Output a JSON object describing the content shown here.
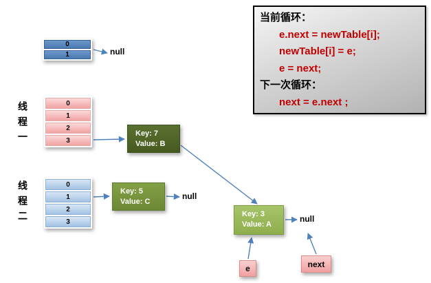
{
  "code_box": {
    "lines": [
      {
        "text": "当前循环：",
        "style": "label"
      },
      {
        "text": "e.next = newTable[i];",
        "style": "code"
      },
      {
        "text": "newTable[i] = e;",
        "style": "code"
      },
      {
        "text": "e = next;",
        "style": "code"
      },
      {
        "text": "下一次循环：",
        "style": "label"
      },
      {
        "text": "next = e.next ;",
        "style": "code"
      }
    ]
  },
  "top_table": {
    "rows": [
      "0",
      "1"
    ],
    "null_label": "null"
  },
  "thread1": {
    "label": "线程一",
    "table_rows": [
      "0",
      "1",
      "2",
      "3"
    ]
  },
  "thread2": {
    "label": "线程二",
    "table_rows": [
      "0",
      "1",
      "2",
      "3"
    ]
  },
  "nodes": {
    "key7": {
      "key": "Key: 7",
      "value": "Value: B"
    },
    "key5": {
      "key": "Key: 5",
      "value": "Value: C",
      "null_label": "null"
    },
    "key3": {
      "key": "Key: 3",
      "value": "Value: A",
      "null_label": "null"
    }
  },
  "pointers": {
    "e": "e",
    "next": "next"
  },
  "colors": {
    "arrow": "#4f81bd",
    "code_text_red": "#c00000",
    "node_key7": "#4f6228",
    "node_key5": "#77933c",
    "node_key3": "#9bbb59",
    "thread1_table_fill": "#f2a6a6",
    "thread2_table_fill": "#a9c6e8",
    "top_table_fill": "#4f81bd",
    "pointer_fill": "#f2a6a6"
  }
}
